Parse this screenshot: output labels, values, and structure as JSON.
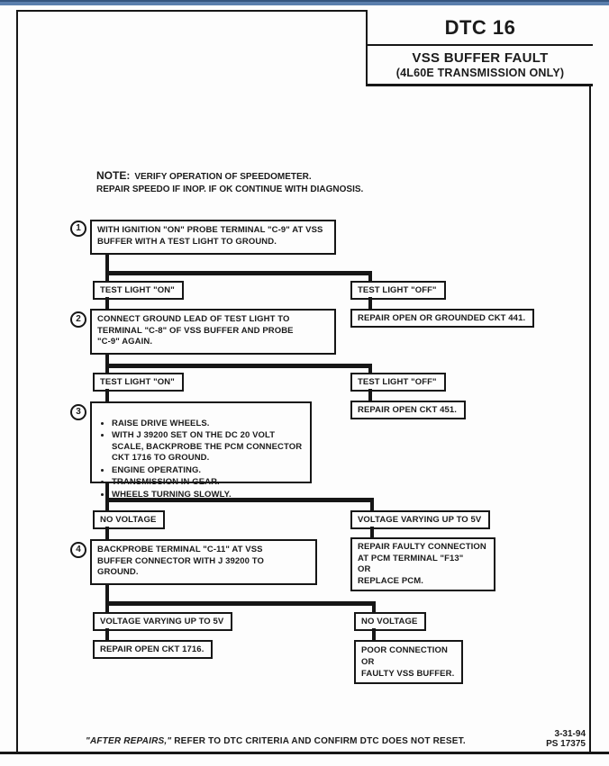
{
  "header": {
    "dtc": "DTC 16",
    "fault": "VSS BUFFER FAULT",
    "subtitle": "(4L60E TRANSMISSION ONLY)"
  },
  "note": {
    "label": "NOTE:",
    "line1": "VERIFY OPERATION OF SPEEDOMETER.",
    "line2": "REPAIR SPEEDO IF INOP.  IF OK CONTINUE WITH DIAGNOSIS."
  },
  "flow": {
    "step1": {
      "num": "1",
      "text": "WITH IGNITION \"ON\" PROBE TERMINAL \"C-9\" AT VSS\nBUFFER WITH A TEST LIGHT TO GROUND."
    },
    "branch1": {
      "left": "TEST LIGHT \"ON\"",
      "right": "TEST LIGHT \"OFF\"",
      "right_action": "REPAIR OPEN OR GROUNDED CKT 441."
    },
    "step2": {
      "num": "2",
      "text": "CONNECT GROUND LEAD OF TEST LIGHT TO\nTERMINAL \"C-8\" OF VSS BUFFER AND PROBE\n\"C-9\" AGAIN."
    },
    "branch2": {
      "left": "TEST LIGHT \"ON\"",
      "right": "TEST LIGHT \"OFF\"",
      "right_action": "REPAIR OPEN CKT 451."
    },
    "step3": {
      "num": "3",
      "bullets": [
        "RAISE DRIVE WHEELS.",
        "WITH J 39200 SET ON THE DC 20 VOLT\nSCALE, BACKPROBE THE PCM CONNECTOR\nCKT 1716 TO GROUND.",
        "ENGINE OPERATING.",
        "TRANSMISSION IN GEAR.",
        "WHEELS TURNING SLOWLY."
      ]
    },
    "branch3": {
      "left": "NO VOLTAGE",
      "right": "VOLTAGE VARYING UP TO 5V",
      "right_action": "REPAIR FAULTY CONNECTION\nAT PCM TERMINAL \"F13\"\nOR\nREPLACE PCM."
    },
    "step4": {
      "num": "4",
      "text": "BACKPROBE TERMINAL \"C-11\" AT VSS\nBUFFER CONNECTOR WITH J 39200 TO\nGROUND."
    },
    "branch4": {
      "left": "VOLTAGE VARYING UP TO 5V",
      "right": "NO VOLTAGE",
      "left_action": "REPAIR OPEN CKT 1716.",
      "right_action": "POOR CONNECTION\nOR\nFAULTY VSS BUFFER."
    }
  },
  "footer": {
    "italic": "\"AFTER REPAIRS,\"",
    "text": " REFER TO DTC CRITERIA AND CONFIRM DTC DOES NOT RESET.",
    "date": "3-31-94",
    "code": "PS 17375"
  }
}
